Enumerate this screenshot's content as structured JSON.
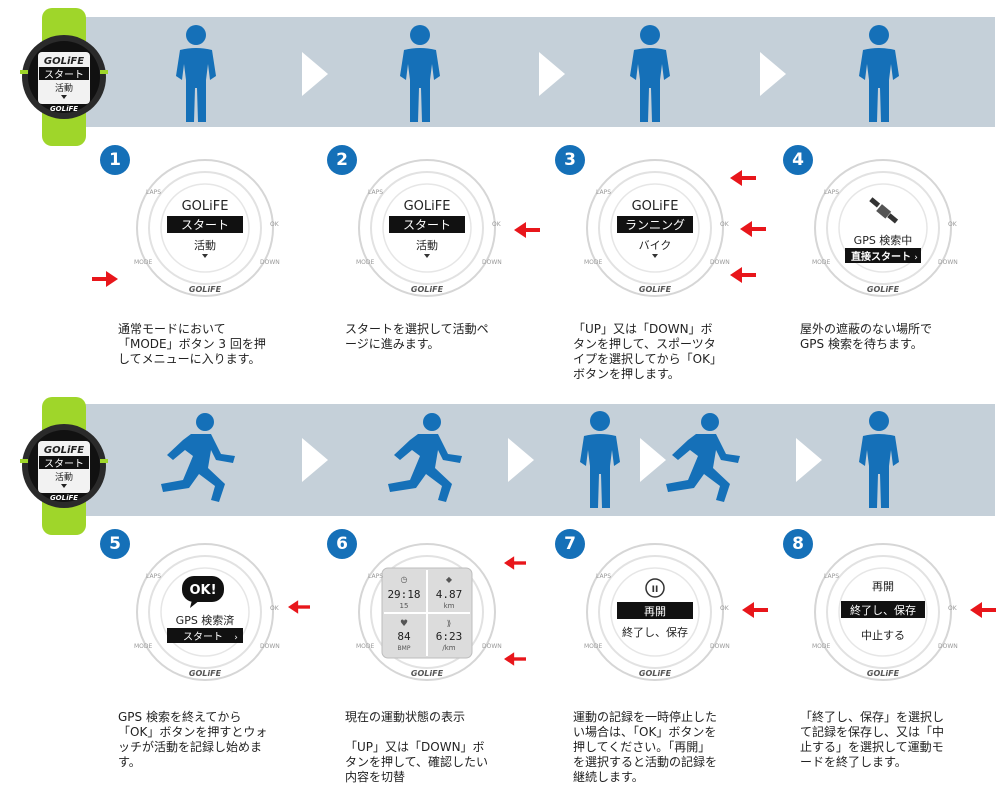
{
  "brand": "GOLiFE",
  "top_watch_1": {
    "brand": "GOLiFE",
    "line1": "スタート",
    "line2": "活動"
  },
  "top_watch_2": {
    "brand": "GOLiFE",
    "line1": "スタート",
    "line2": "活動"
  },
  "steps": [
    {
      "num": "1",
      "screen": {
        "brand": "GOLiFE",
        "selected": "スタート",
        "below": "活動"
      },
      "desc": "通常モードにおいて\n「MODE」ボタン 3 回を押\nしてメニューに入ります。"
    },
    {
      "num": "2",
      "screen": {
        "brand": "GOLiFE",
        "selected": "スタート",
        "below": "活動"
      },
      "desc": "スタートを選択して活動ペ\nージに進みます。"
    },
    {
      "num": "3",
      "screen": {
        "brand": "GOLiFE",
        "selected": "ランニング",
        "below": "バイク"
      },
      "desc": "「UP」又は「DOWN」ボ\nタンを押して、スポーツタ\nイプを選択してから「OK」\nボタンを押します。"
    },
    {
      "num": "4",
      "screen": {
        "line1": "GPS 検索中",
        "button": "直接スタート"
      },
      "desc": "屋外の遮蔽のない場所で\nGPS 検索を待ちます。"
    },
    {
      "num": "5",
      "screen": {
        "bubble": "OK!",
        "line1": "GPS 検索済",
        "button": "スタート"
      },
      "desc": "GPS 検索を終えてから\n「OK」ボタンを押すとウォ\nッチが活動を記録し始めま\nす。"
    },
    {
      "num": "6",
      "screen": {
        "time": "29:18",
        "distance": "4.87",
        "sub1": "15",
        "unit_km": "km",
        "hr": "84",
        "unit_bmp": "BMP",
        "pace": "6:23",
        "unit_pace": "/km"
      },
      "desc": "現在の運動状態の表示\n\n「UP」又は「DOWN」ボ\nタンを押して、確認したい\n内容を切替"
    },
    {
      "num": "7",
      "screen": {
        "pause": "II",
        "selected": "再開",
        "below": "終了し、保存"
      },
      "desc": "運動の記録を一時停止した\nい場合は、「OK」ボタンを\n押してください。「再開」\nを選択すると活動の記録を\n継続します。"
    },
    {
      "num": "8",
      "screen": {
        "above": "再開",
        "selected": "終了し、保存",
        "below": "中止する"
      },
      "desc": "「終了し、保存」を選択し\nて記録を保存し、又は「中\n止する」を選択して運動モ\nードを終了します。"
    }
  ],
  "bezel": {
    "laps": "LAPS",
    "ok": "OK",
    "mode": "MODE",
    "down": "DOWN"
  },
  "colors": {
    "accent": "#1570b8",
    "band": "#c5d0d9",
    "arrow": "#e8161b",
    "lime": "#9fd62a"
  }
}
